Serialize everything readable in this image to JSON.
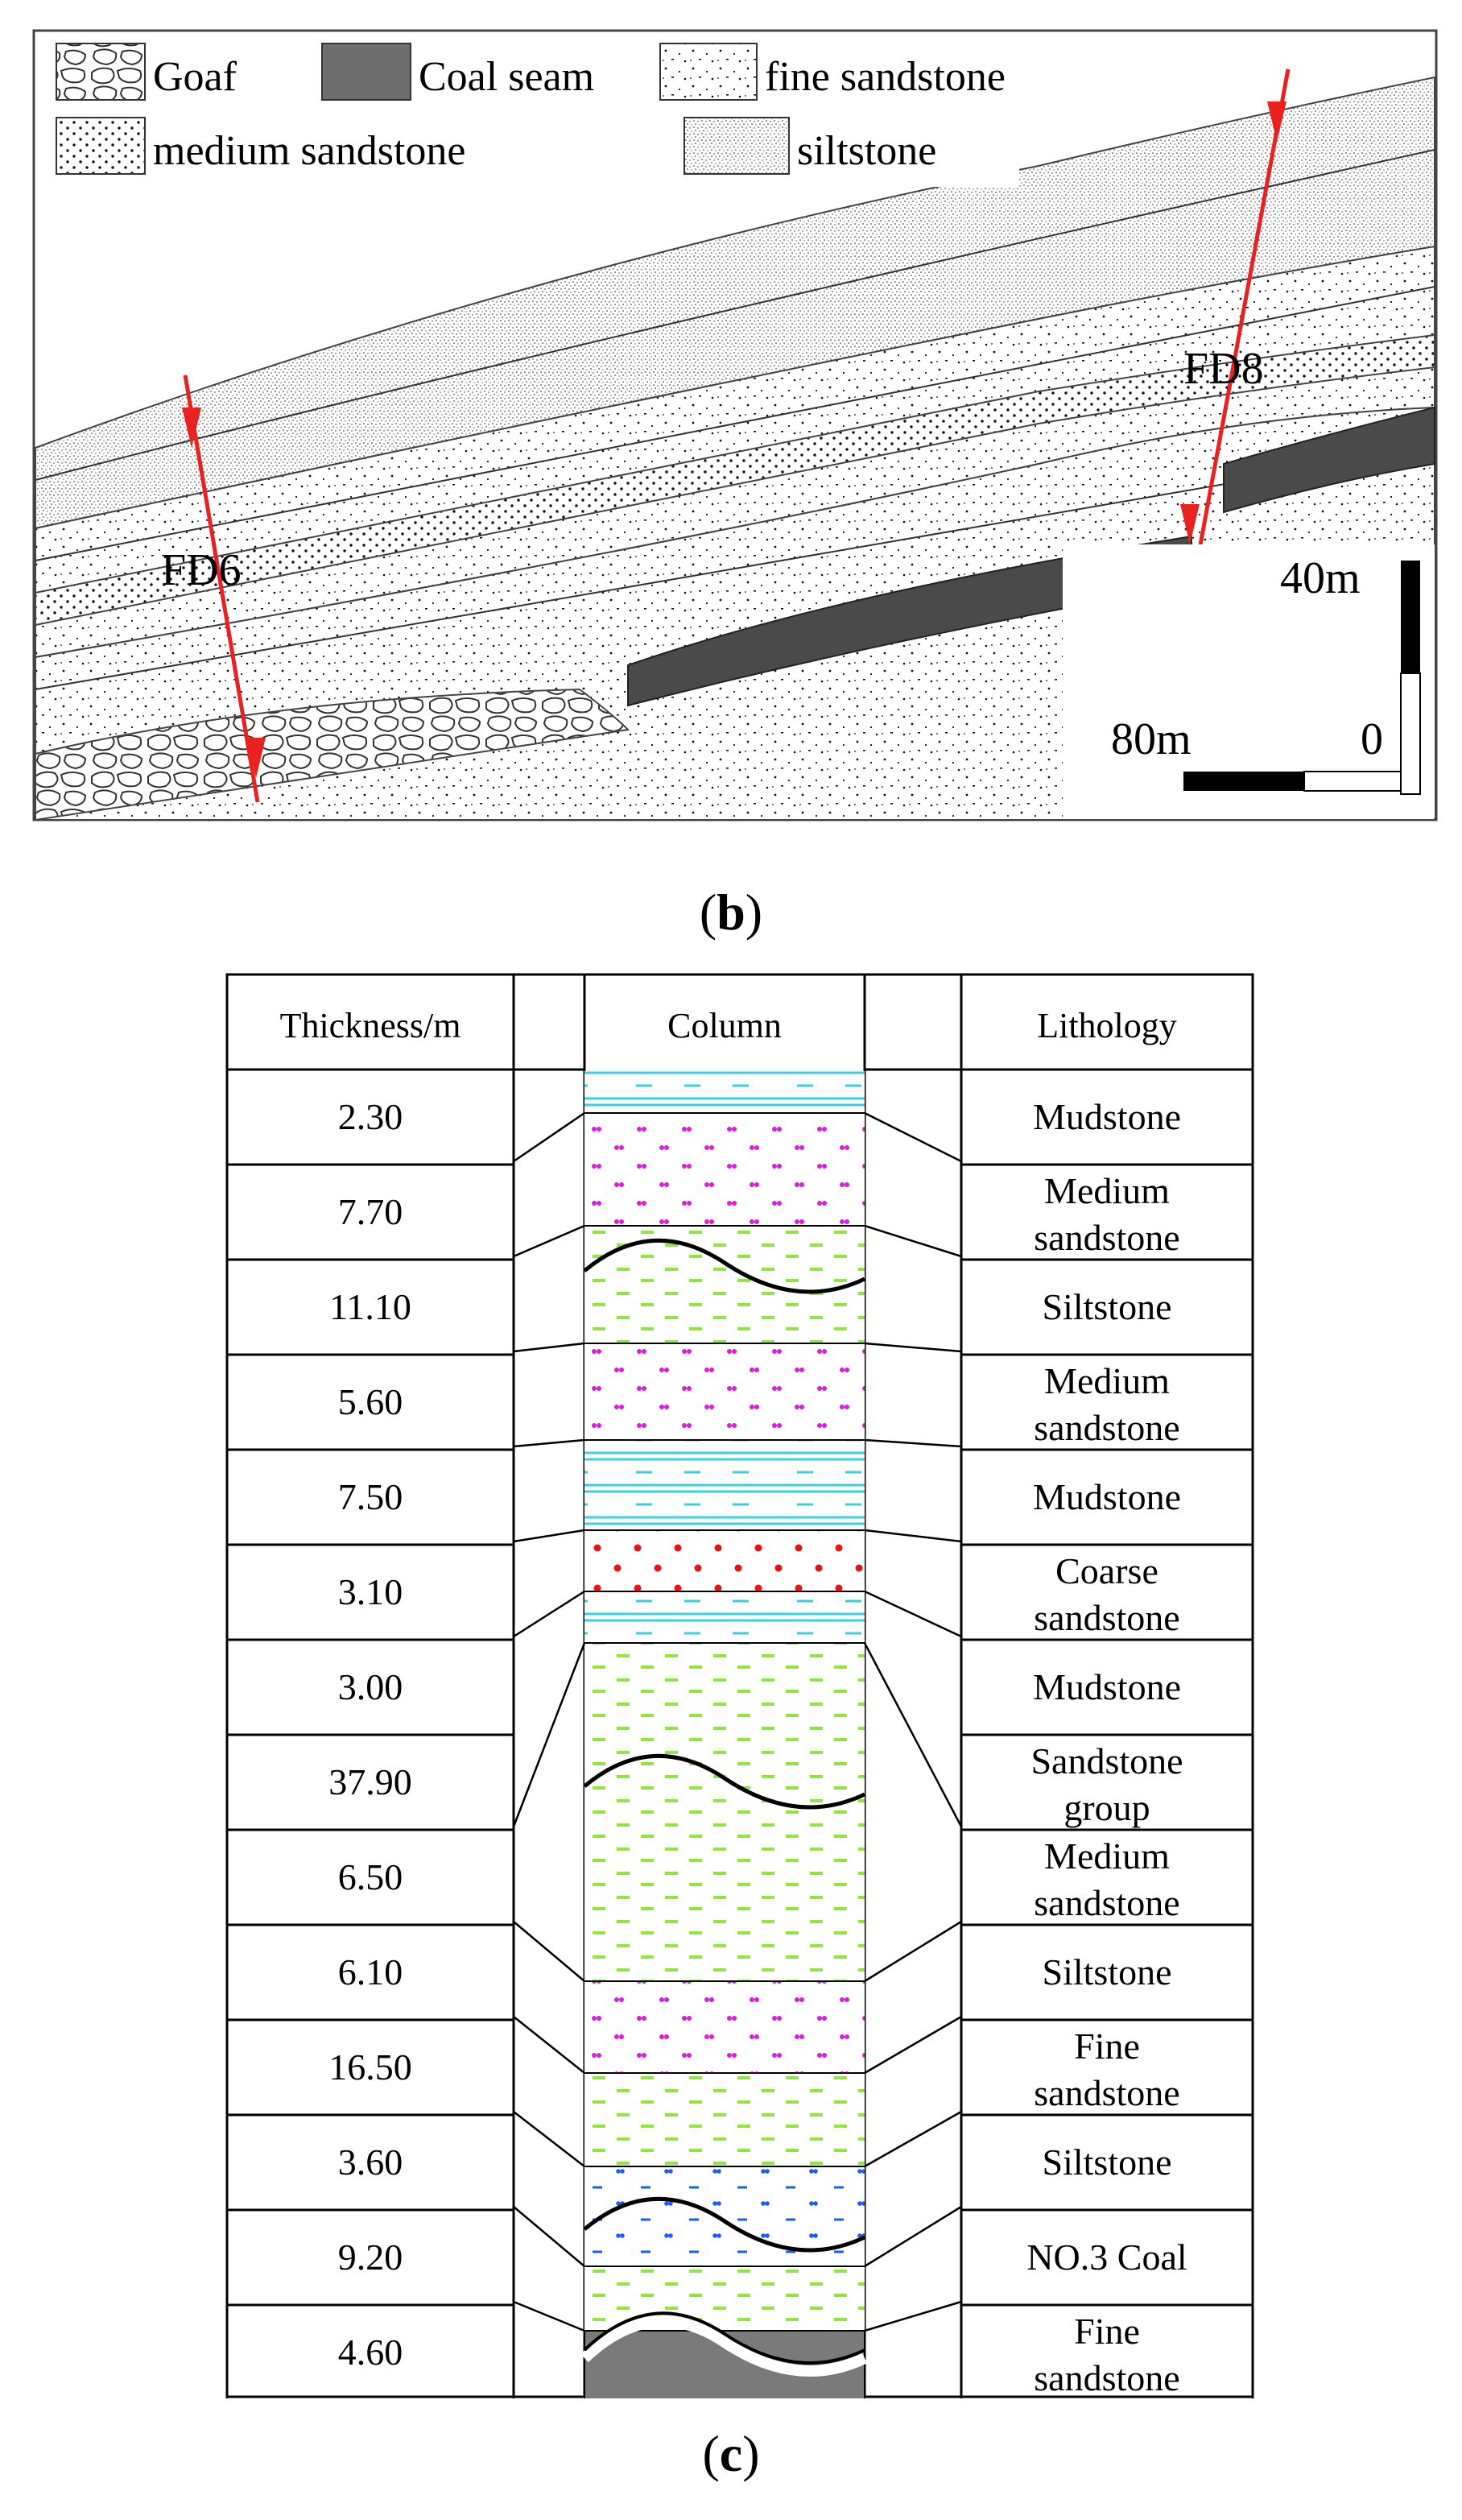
{
  "panel_b": {
    "caption_letter": "b",
    "caption_open": "(",
    "caption_close": ")",
    "legend": [
      {
        "label": "Goaf",
        "pattern": "goaf"
      },
      {
        "label": "Coal seam",
        "pattern": "coal"
      },
      {
        "label": "fine sandstone",
        "pattern": "fine"
      },
      {
        "label": "medium sandstone",
        "pattern": "medium"
      },
      {
        "label": "siltstone",
        "pattern": "silt"
      }
    ],
    "faults": [
      {
        "name": "FD6"
      },
      {
        "name": "FD8"
      }
    ],
    "scale_vertical": {
      "top_label": "40m",
      "zero_label": "0"
    },
    "scale_horizontal": {
      "left_label": "80m"
    },
    "colors": {
      "fault": "#e8231f",
      "coal": "#4a4a4a",
      "coal_seam_legend": "#6e6e6e"
    }
  },
  "panel_c": {
    "caption_letter": "c",
    "caption_open": "(",
    "caption_close": ")",
    "headers": {
      "thickness": "Thickness/m",
      "column": "Column",
      "lithology": "Lithology"
    },
    "rows": [
      {
        "thickness": "2.30",
        "lithology": [
          "Mudstone"
        ]
      },
      {
        "thickness": "7.70",
        "lithology": [
          "Medium",
          "sandstone"
        ]
      },
      {
        "thickness": "11.10",
        "lithology": [
          "Siltstone"
        ]
      },
      {
        "thickness": "5.60",
        "lithology": [
          "Medium",
          "sandstone"
        ]
      },
      {
        "thickness": "7.50",
        "lithology": [
          "Mudstone"
        ]
      },
      {
        "thickness": "3.10",
        "lithology": [
          "Coarse",
          "sandstone"
        ]
      },
      {
        "thickness": "3.00",
        "lithology": [
          "Mudstone"
        ]
      },
      {
        "thickness": "37.90",
        "lithology": [
          "Sandstone",
          "group"
        ]
      },
      {
        "thickness": "6.50",
        "lithology": [
          "Medium",
          "sandstone"
        ]
      },
      {
        "thickness": "6.10",
        "lithology": [
          "Siltstone"
        ]
      },
      {
        "thickness": "16.50",
        "lithology": [
          "Fine",
          "sandstone"
        ]
      },
      {
        "thickness": "3.60",
        "lithology": [
          "Siltstone"
        ]
      },
      {
        "thickness": "9.20",
        "lithology": [
          "NO.3 Coal"
        ]
      },
      {
        "thickness": "4.60",
        "lithology": [
          "Fine",
          "sandstone"
        ]
      }
    ],
    "colors": {
      "mudstone": "#38d0e8",
      "medium_sandstone": "#e01ce0",
      "siltstone": "#8fe83c",
      "coarse_sandstone": "#f01010",
      "fine_sandstone": "#1c5ef0",
      "coal": "#7a7a7a"
    }
  }
}
